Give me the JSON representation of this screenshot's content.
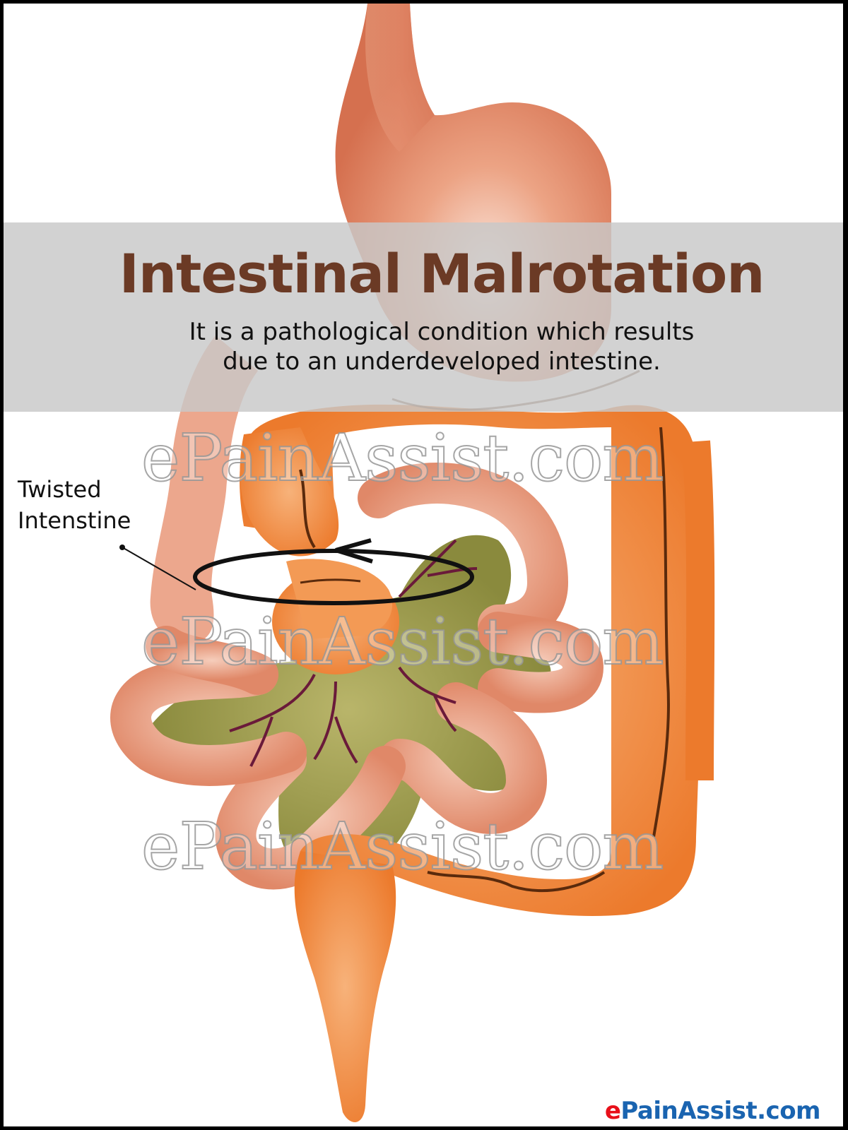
{
  "header": {
    "title": "Intestinal Malrotation",
    "subtitle_line1": "It is a pathological condition which results",
    "subtitle_line2": "due to an underdeveloped intestine."
  },
  "callout": {
    "line1": "Twisted",
    "line2": "Intenstine"
  },
  "watermarks": [
    "ePainAssist.com",
    "ePainAssist.com",
    "ePainAssist.com"
  ],
  "brand": {
    "prefix": "e",
    "name": "PainAssist.com"
  },
  "illustration": {
    "organs": [
      "esophagus",
      "stomach",
      "duodenum",
      "small-intestine",
      "mesentery",
      "colon",
      "rectum"
    ],
    "annotation": "twisted-intestine-rotation-arrow"
  },
  "colors": {
    "title": "#6b3a25",
    "banner": "#c8c8c8",
    "stomach": "#d9785a",
    "small_intestine": "#e79a80",
    "colon": "#f08a3a",
    "mesentery": "#8c8a3e",
    "vessels": "#6a1a3a",
    "brand_blue": "#1a64b0",
    "brand_red": "#e8101a"
  }
}
